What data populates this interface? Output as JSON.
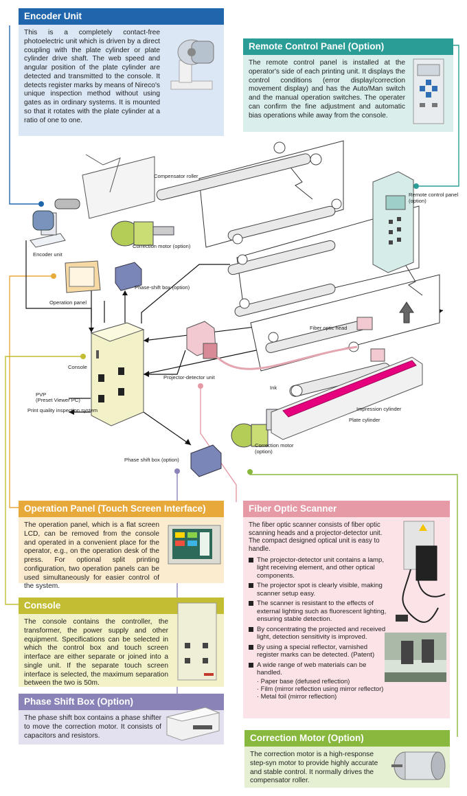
{
  "colors": {
    "encoder": "#1f66ad",
    "remote": "#2a9d97",
    "operation": "#e8a93b",
    "console": "#c2bd33",
    "phase": "#8a83b8",
    "fiber": "#e69aa6",
    "correction": "#88b83d"
  },
  "encoder_box": {
    "title": "Encoder Unit",
    "text": "This is a completely contact-free photoelectric unit which is driven by a direct coupling with the plate cylinder or plate cylinder drive shaft. The web speed and angular position of the plate cylinder are detected and transmitted to the console. It detects register marks by means of Nireco's unique inspection method without using gates as in ordinary systems. It is mounted so that it rotates with the plate cylinder at a ratio of one to one."
  },
  "remote_box": {
    "title": "Remote Control Panel (Option)",
    "text": "The remote control panel is installed at the operator's side of each printing unit. It displays the control conditions (error display/correction movement display) and has the Auto/Man switch and the manual operation switches. The operater can confirm the fine adjustment and automatic bias operations while away from the console."
  },
  "operation_box": {
    "title": "Operation Panel (Touch Screen Interface)",
    "text": "The operation panel, which is a flat screen LCD, can be removed from the console and operated in a convenient place for the operator, e.g., on the operation desk of the press. For optional split printing configuration, two operation panels can be used simultaneously for easier control of the system."
  },
  "console_box": {
    "title": "Console",
    "text": "The console contains the controller, the transformer, the power supply and other equipment. Specifications can be selected in which the control box and touch screen interface are either separate or joined into a single unit. If the separate touch screen interface is selected, the maximum separation between the two is 50m."
  },
  "phase_box": {
    "title": "Phase Shift Box (Option)",
    "text": "The phase shift box contains a phase shifter to move the correction motor. It consists of capacitors and resistors."
  },
  "fiber_box": {
    "title": "Fiber Optic Scanner",
    "intro": "The fiber optic scanner consists of  fiber optic scanning heads and a projector-detector unit. The compact designed optical unit is easy to handle.",
    "bullets": [
      "The projector-detector unit contains a lamp, light receiving element, and other optical components.",
      "The projector spot is clearly visible, making scanner setup easy.",
      "The scanner is resistant to the effects of external lighting such as fluorescent lighting, ensuring stable detection.",
      "By concentrating the projected and received light, detection sensitivity is improved.",
      "By using a special reflector, varnished register marks can be detected. (Patent)",
      "A wide range of web materials can be handled."
    ],
    "sub": [
      "· Paper base (defused reflection)",
      "· Film (mirror reflection using mirror reflector)",
      "· Metal foil (mirror reflection)"
    ]
  },
  "correction_box": {
    "title": "Correction Motor (Option)",
    "text": "The correction motor is a high-response step-syn motor to provide highly accurate and stable control. It normally drives the compensator roller."
  },
  "labels": {
    "compensator_roller": "Compensator roller",
    "remote_control_panel": "Remote control panel (option)",
    "correction_motor_top": "Correction motor (option)",
    "encoder_unit": "Encoder unit",
    "operation_panel": "Operation panel",
    "phase_shift_box_top": "Phase-shift box (option)",
    "fiber_optic_head": "Fiber optic head",
    "console": "Console",
    "pvp": "PVP",
    "pvp_sub": "(Preset Viewer PC)",
    "print_quality": "Print quality inspection system",
    "projector_detector": "Projector-detector unit",
    "ink": "Ink",
    "impression_cylinder": "Impression cylinder",
    "plate_cylinder": "Plate cylinder",
    "correction_motor_bottom": "Correction motor (option)",
    "phase_shift_box_bottom": "Phase shift box (option)"
  },
  "icons": [
    "encoder-photo",
    "remote-panel-photo",
    "touch-screen-photo",
    "console-cabinet-photo",
    "phase-box-photo",
    "scanner-unit-photo",
    "scanner-head-photo",
    "motor-photo"
  ]
}
